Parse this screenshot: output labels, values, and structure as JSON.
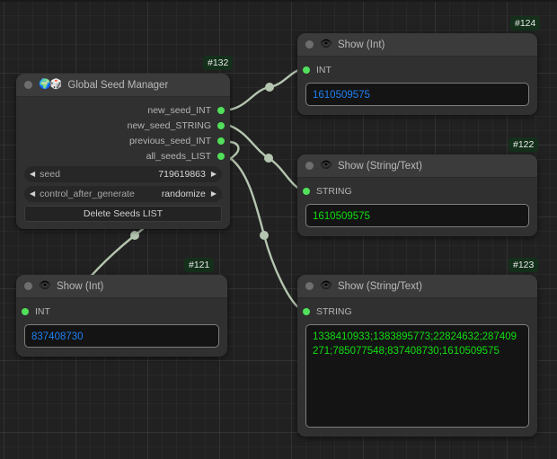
{
  "canvas": {
    "background_color": "#212121",
    "grid_color": "#2a2a2a",
    "wire_color": "#b5c6b0"
  },
  "colors": {
    "port_green": "#51e05a",
    "value_int_blue": "#1f7ff2",
    "value_string_green": "#11dd11",
    "badge_bg": "#14301b",
    "node_header": "#3b3b3b",
    "node_body": "#303030"
  },
  "nodes": [
    {
      "id_label": "#132",
      "title": "Global Seed Manager",
      "icons": [
        "collapse-dot",
        "globe-emoji",
        "die-emoji"
      ],
      "emoji": "🌍🎲",
      "outputs": [
        {
          "label": "new_seed_INT"
        },
        {
          "label": "new_seed_STRING"
        },
        {
          "label": "previous_seed_INT"
        },
        {
          "label": "all_seeds_LIST"
        }
      ],
      "widgets": [
        {
          "kind": "spinner",
          "name": "seed",
          "value": "719619863"
        },
        {
          "kind": "combo",
          "name": "control_after_generate",
          "value": "randomize"
        },
        {
          "kind": "button",
          "label": "Delete Seeds LIST"
        }
      ]
    },
    {
      "id_label": "#124",
      "title": "Show (Int)",
      "icons": [
        "collapse-dot",
        "eye-icon"
      ],
      "emoji": "👁",
      "inputs": [
        {
          "label": "INT"
        }
      ],
      "value": "1610509575",
      "value_type": "int"
    },
    {
      "id_label": "#122",
      "title": "Show (String/Text)",
      "icons": [
        "collapse-dot",
        "eye-icon"
      ],
      "emoji": "👁",
      "inputs": [
        {
          "label": "STRING"
        }
      ],
      "value": "1610509575",
      "value_type": "string"
    },
    {
      "id_label": "#123",
      "title": "Show (String/Text)",
      "icons": [
        "collapse-dot",
        "eye-icon"
      ],
      "emoji": "👁",
      "inputs": [
        {
          "label": "STRING"
        }
      ],
      "value": "1338410933;1383895773;22824632;287409271;785077548;837408730;1610509575",
      "value_type": "string"
    },
    {
      "id_label": "#121",
      "title": "Show (Int)",
      "icons": [
        "collapse-dot",
        "eye-icon"
      ],
      "emoji": "👁",
      "inputs": [
        {
          "label": "INT"
        }
      ],
      "value": "837408730",
      "value_type": "int"
    }
  ]
}
